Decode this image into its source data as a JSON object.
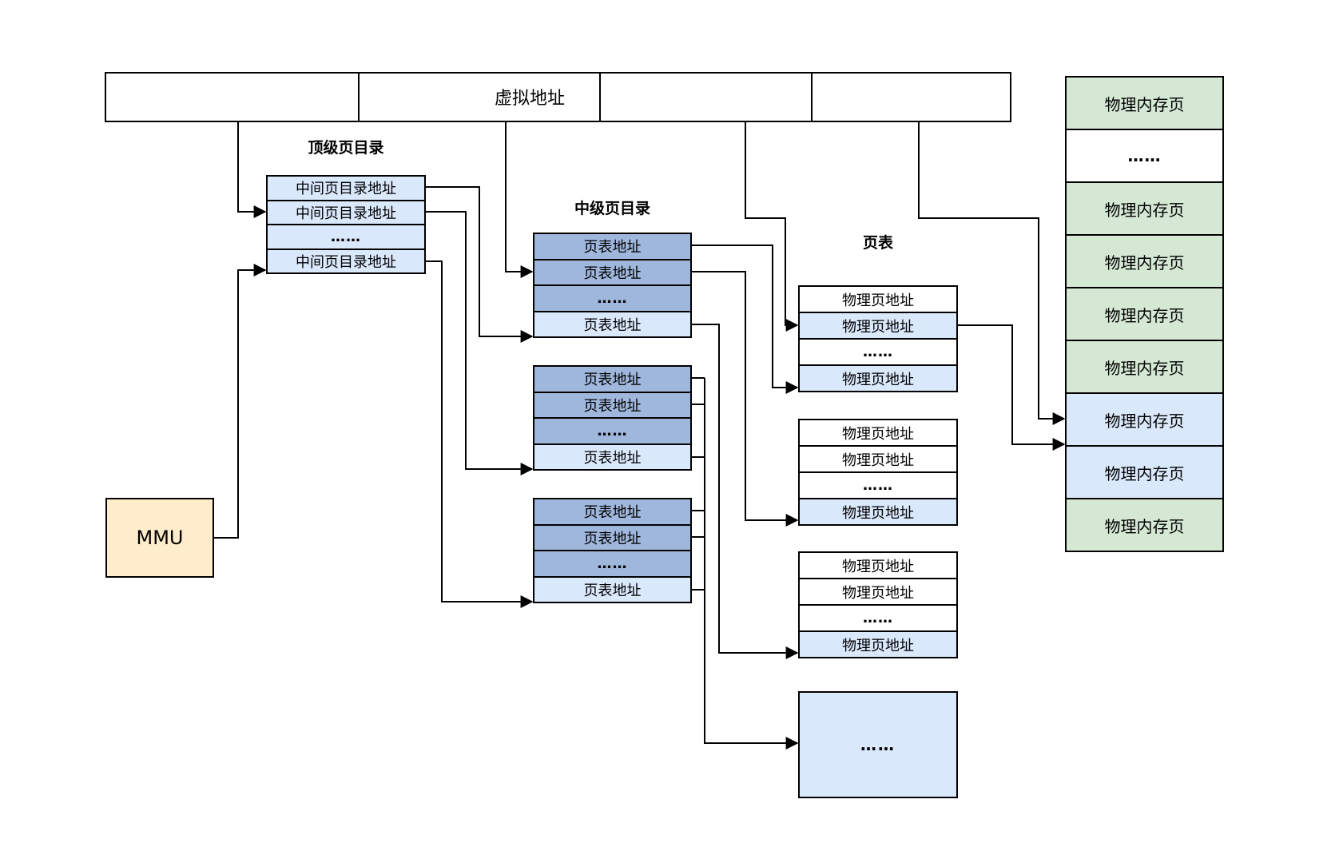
{
  "diagram": {
    "virtual_address_bar": {
      "label": "虚拟地址"
    },
    "headers": {
      "top_directory": "顶级页目录",
      "mid_directory": "中级页目录",
      "page_table": "页表"
    },
    "mmu": {
      "label": "MMU"
    },
    "top_directory": {
      "rows": [
        "中间页目录地址",
        "中间页目录地址",
        "……",
        "中间页目录地址"
      ]
    },
    "mid_tables": [
      {
        "rows": [
          "页表地址",
          "页表地址",
          "……",
          "页表地址"
        ]
      },
      {
        "rows": [
          "页表地址",
          "页表地址",
          "……",
          "页表地址"
        ]
      },
      {
        "rows": [
          "页表地址",
          "页表地址",
          "……",
          "页表地址"
        ]
      }
    ],
    "page_tables": [
      {
        "rows": [
          "物理页地址",
          "物理页地址",
          "……",
          "物理页地址"
        ]
      },
      {
        "rows": [
          "物理页地址",
          "物理页地址",
          "……",
          "物理页地址"
        ]
      },
      {
        "rows": [
          "物理页地址",
          "物理页地址",
          "……",
          "物理页地址"
        ]
      }
    ],
    "more_page_tables_box": {
      "label": "……"
    },
    "physical_memory": {
      "rows": [
        "物理内存页",
        "……",
        "物理内存页",
        "物理内存页",
        "物理内存页",
        "物理内存页",
        "物理内存页",
        "物理内存页",
        "物理内存页"
      ]
    },
    "colors": {
      "entry_light_blue": "#dae8fc",
      "entry_dark_blue": "#9fb7dc",
      "page_green": "#d5e8d4",
      "mmu_cream": "#ffeccb",
      "stroke": "#000000"
    }
  }
}
